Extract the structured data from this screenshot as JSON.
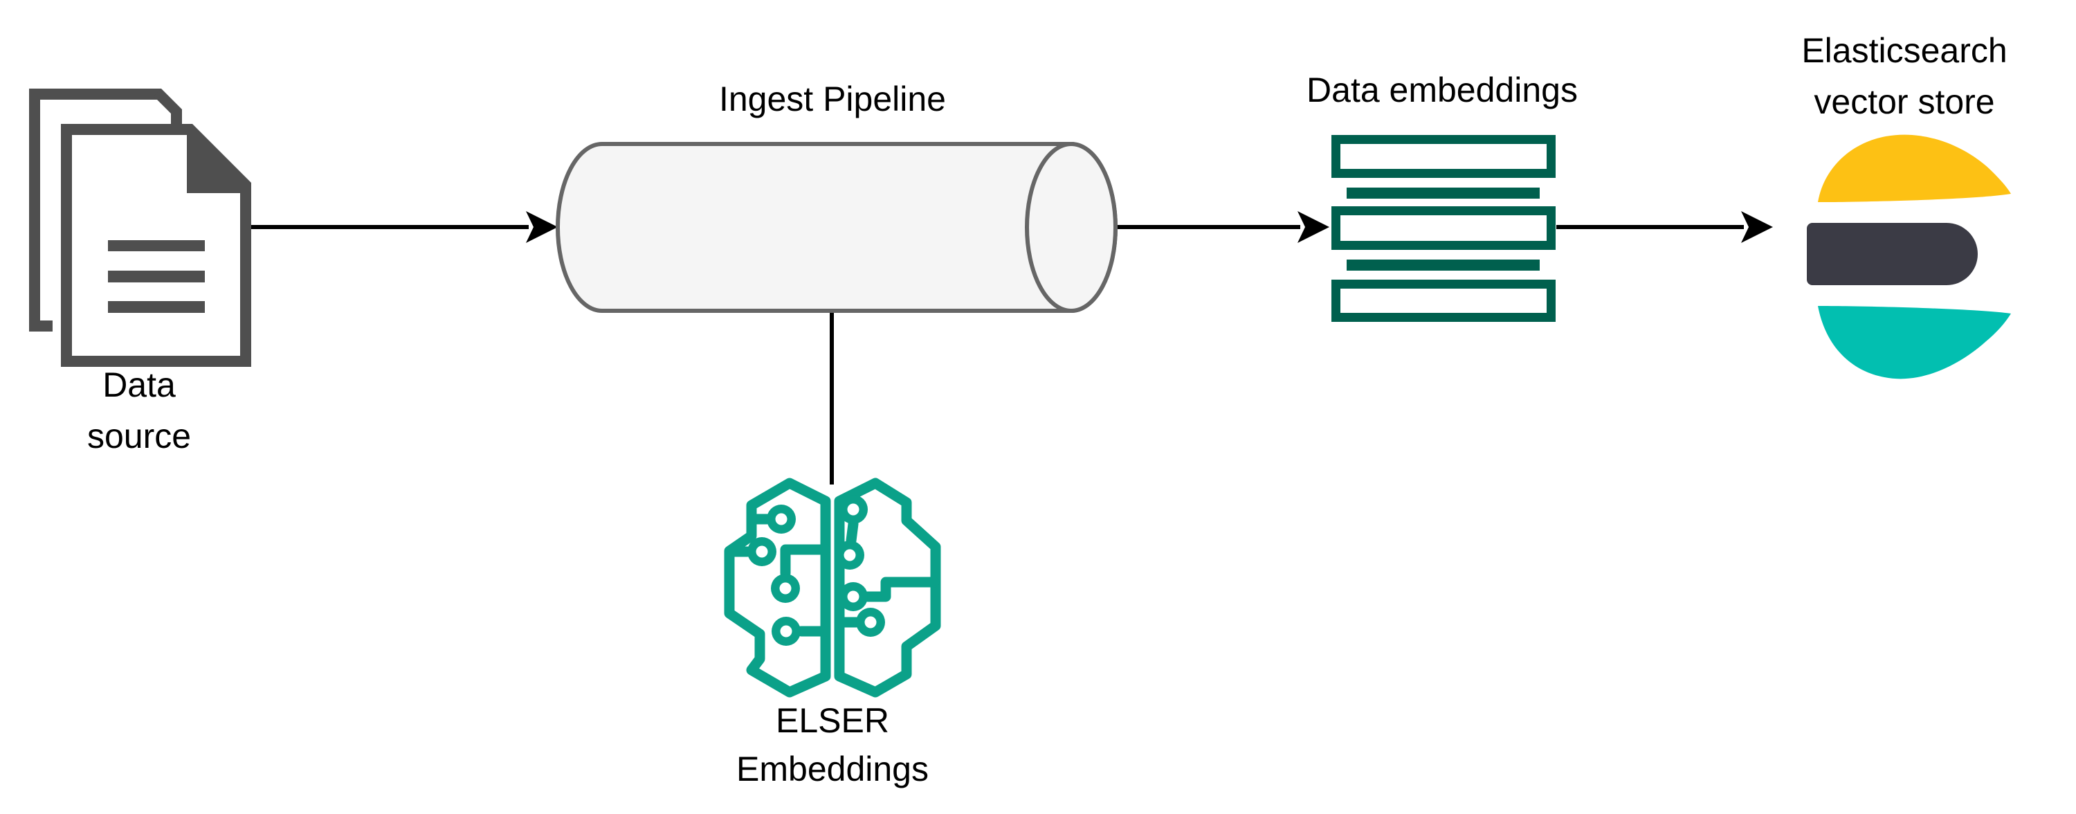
{
  "colors": {
    "doc_gray": "#4F4F4F",
    "line_black": "#000000",
    "cylinder_fill": "#F5F5F5",
    "cylinder_stroke": "#666666",
    "embedding_green": "#00604E",
    "brain_teal": "#0BA189",
    "es_yellow": "#FDC114",
    "es_dark": "#3B3B45",
    "es_teal": "#02BFB0",
    "canvas_bg": "#FFFFFF",
    "label_color": "#000000"
  },
  "diagram": {
    "nodes": [
      {
        "id": "data-source",
        "icon": "documents-icon",
        "label": [
          "Data",
          "source"
        ]
      },
      {
        "id": "ingest-pipeline",
        "icon": "pipeline-cylinder",
        "label": [
          "Ingest Pipeline"
        ]
      },
      {
        "id": "elser",
        "icon": "circuit-brain-icon",
        "label": [
          "ELSER",
          "Embeddings"
        ]
      },
      {
        "id": "data-embeddings",
        "icon": "embeddings-stack-icon",
        "label": [
          "Data embeddings"
        ]
      },
      {
        "id": "es-vector-store",
        "icon": "elasticsearch-logo",
        "label": [
          "Elasticsearch",
          "vector store"
        ]
      }
    ],
    "edges": [
      {
        "from": "data-source",
        "to": "ingest-pipeline",
        "type": "arrow"
      },
      {
        "from": "ingest-pipeline",
        "to": "data-embeddings",
        "type": "arrow"
      },
      {
        "from": "data-embeddings",
        "to": "es-vector-store",
        "type": "arrow"
      },
      {
        "from": "elser",
        "to": "ingest-pipeline",
        "type": "line"
      }
    ]
  }
}
